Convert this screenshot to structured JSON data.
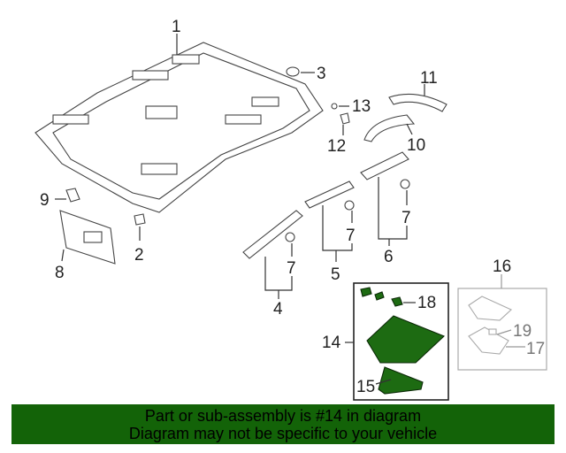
{
  "diagram": {
    "callouts": {
      "c1": "1",
      "c2": "2",
      "c3": "3",
      "c4": "4",
      "c5": "5",
      "c6": "6",
      "c7a": "7",
      "c7b": "7",
      "c7c": "7",
      "c8": "8",
      "c9": "9",
      "c10": "10",
      "c11": "11",
      "c12": "12",
      "c13": "13",
      "c14": "14",
      "c15": "15",
      "c16": "16",
      "c17": "17",
      "c18": "18",
      "c19": "19"
    },
    "highlight_color": "#1d6b12"
  },
  "banner": {
    "line1": "Part or sub-assembly is #14 in diagram",
    "line2": "Diagram may not be specific to your vehicle",
    "color": "#136308"
  }
}
